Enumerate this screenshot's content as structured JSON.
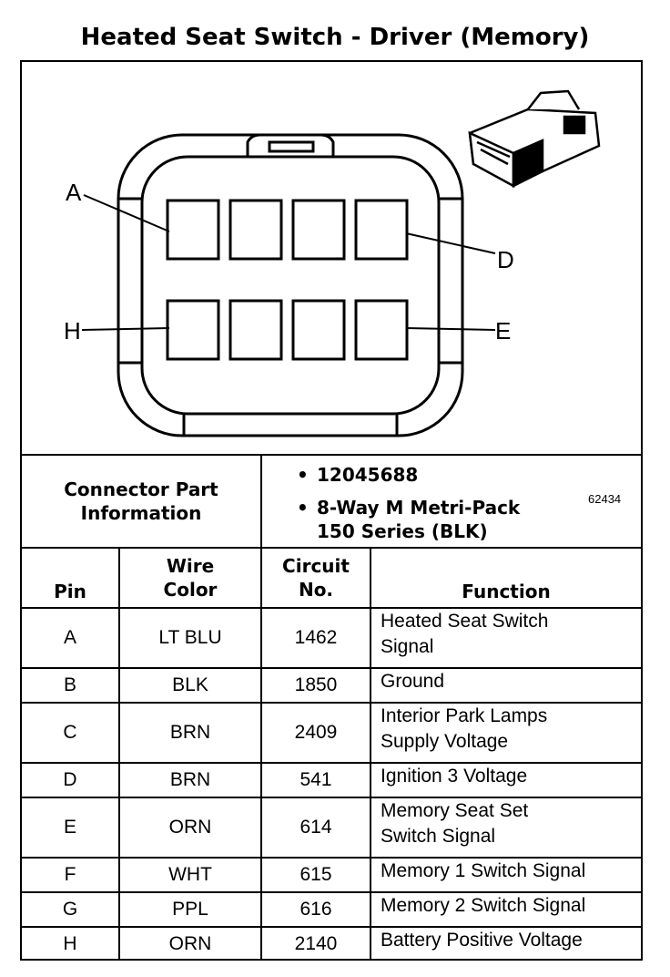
{
  "title": "Heated Seat Switch - Driver (Memory)",
  "figure_number": "62434",
  "pin_labels": {
    "a": "A",
    "d": "D",
    "h": "H",
    "e": "E"
  },
  "connector_info": {
    "label_line1": "Connector Part",
    "label_line2": "Information",
    "items": [
      "12045688",
      "8-Way M Metri-Pack",
      "150 Series (BLK)"
    ]
  },
  "table": {
    "headers": {
      "pin": "Pin",
      "wire_line1": "Wire",
      "wire_line2": "Color",
      "circuit_line1": "Circuit",
      "circuit_line2": "No.",
      "function": "Function"
    },
    "rows": [
      {
        "pin": "A",
        "wire": "LT BLU",
        "circuit": "1462",
        "function_line1": "Heated Seat Switch",
        "function_line2": "Signal"
      },
      {
        "pin": "B",
        "wire": "BLK",
        "circuit": "1850",
        "function_line1": "Ground",
        "function_line2": ""
      },
      {
        "pin": "C",
        "wire": "BRN",
        "circuit": "2409",
        "function_line1": "Interior Park Lamps",
        "function_line2": "Supply Voltage"
      },
      {
        "pin": "D",
        "wire": "BRN",
        "circuit": "541",
        "function_line1": "Ignition 3 Voltage",
        "function_line2": ""
      },
      {
        "pin": "E",
        "wire": "ORN",
        "circuit": "614",
        "function_line1": "Memory Seat Set",
        "function_line2": "Switch Signal"
      },
      {
        "pin": "F",
        "wire": "WHT",
        "circuit": "615",
        "function_line1": "Memory 1 Switch Signal",
        "function_line2": ""
      },
      {
        "pin": "G",
        "wire": "PPL",
        "circuit": "616",
        "function_line1": "Memory 2 Switch Signal",
        "function_line2": ""
      },
      {
        "pin": "H",
        "wire": "ORN",
        "circuit": "2140",
        "function_line1": "Battery Positive Voltage",
        "function_line2": ""
      }
    ]
  }
}
